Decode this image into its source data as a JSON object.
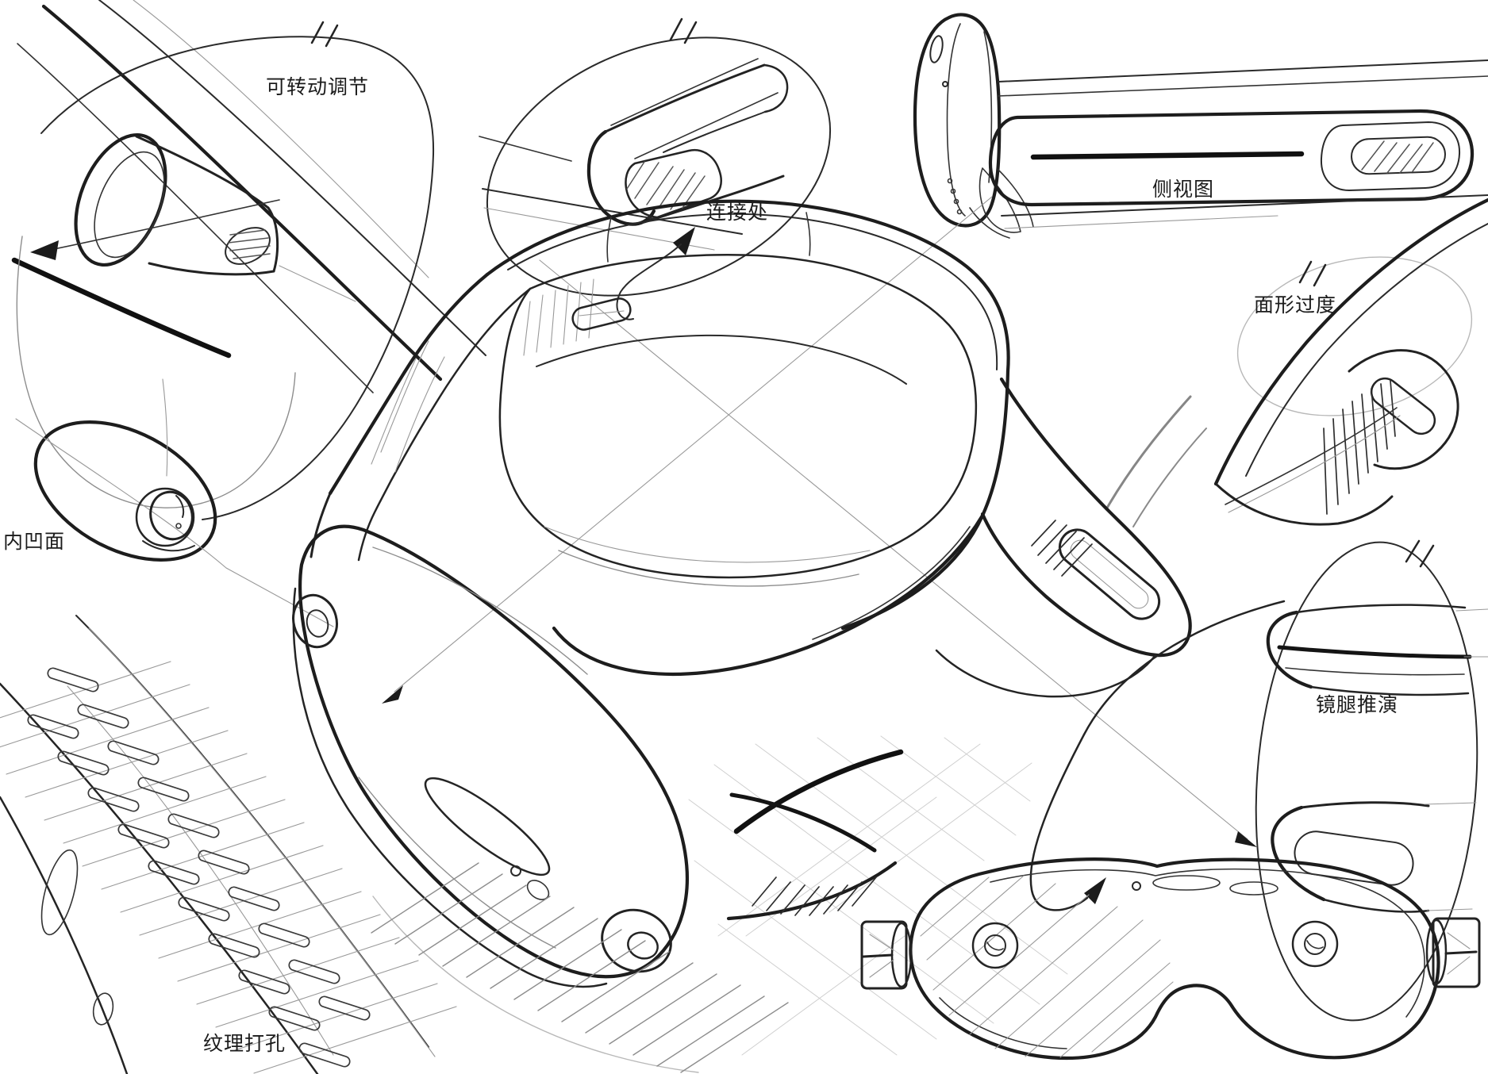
{
  "canvas": {
    "background": "#ffffff",
    "ink_color": "#1d1d1d",
    "construction_color": "#9a9a9a",
    "hatch_color": "#555555",
    "grid_color": "#cfcfcf"
  },
  "annotations": [
    {
      "id": "rotatable-adjustment",
      "text": "可转动调节"
    },
    {
      "id": "connection-point",
      "text": "连接处"
    },
    {
      "id": "side-view",
      "text": "侧视图"
    },
    {
      "id": "surface-transition",
      "text": "面形过度"
    },
    {
      "id": "concave-surface",
      "text": "内凹面"
    },
    {
      "id": "temple-arm-iteration",
      "text": "镜腿推演"
    },
    {
      "id": "texture-perforation",
      "text": "纹理打孔"
    }
  ]
}
